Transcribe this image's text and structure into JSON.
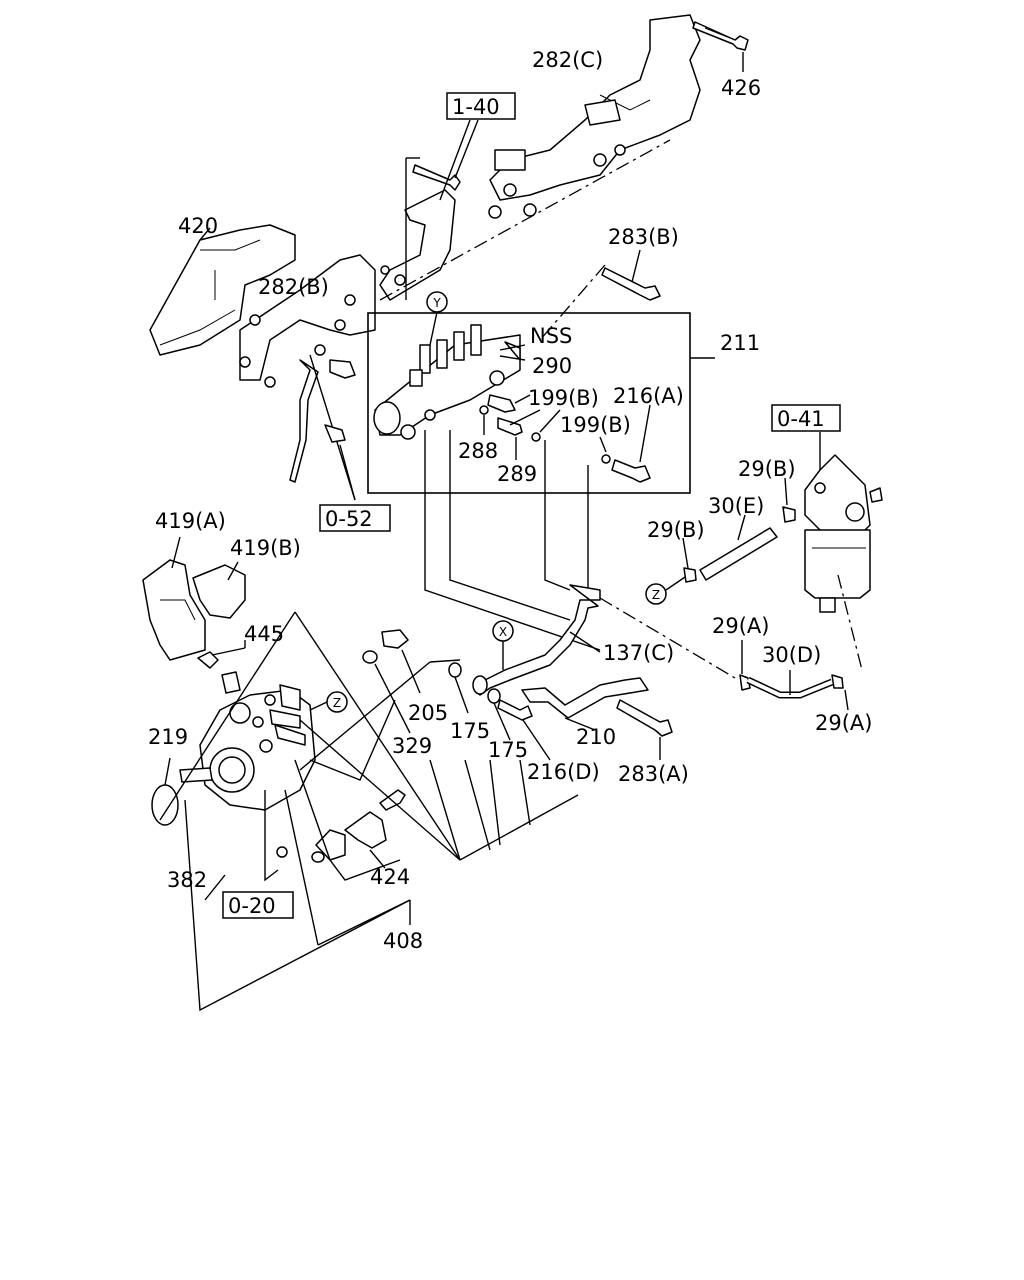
{
  "labels": {
    "l426": "426",
    "l282c": "282(C)",
    "l140": "1-40",
    "l420": "420",
    "l282b": "282(B)",
    "l283b": "283(B)",
    "lnss": "NSS",
    "l290": "290",
    "l211": "211",
    "l199b1": "199(B)",
    "l216a": "216(A)",
    "l199b2": "199(B)",
    "l288": "288",
    "l289": "289",
    "l041": "0-41",
    "l29b1": "29(B)",
    "l30e": "30(E)",
    "l29b2": "29(B)",
    "l052": "0-52",
    "l419a": "419(A)",
    "l419b": "419(B)",
    "l445": "445",
    "l137c": "137(C)",
    "l29a1": "29(A)",
    "l30d": "30(D)",
    "l29a2": "29(A)",
    "l205": "205",
    "l175a": "175",
    "l175b": "175",
    "l210": "210",
    "l329": "329",
    "l216d": "216(D)",
    "l283a": "283(A)",
    "l219": "219",
    "l424": "424",
    "l382": "382",
    "l020": "0-20",
    "l408": "408"
  },
  "markers": {
    "y": "Y",
    "x": "X",
    "z1": "Z",
    "z2": "Z"
  }
}
